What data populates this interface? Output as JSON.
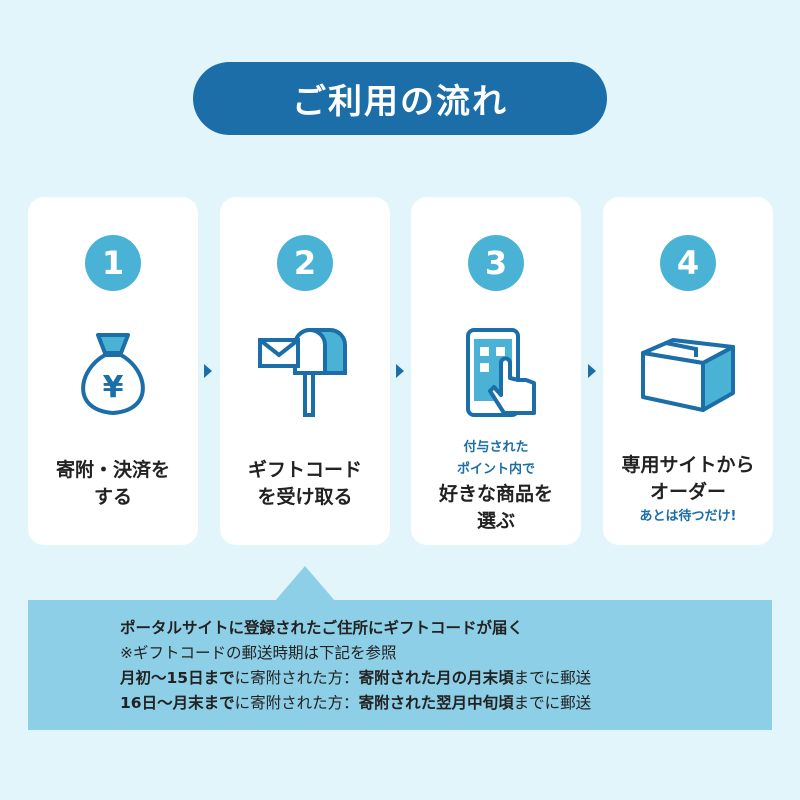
{
  "title": "ご利用の流れ",
  "steps": [
    {
      "num": "1",
      "lines": [
        "寄附・決済を",
        "する"
      ]
    },
    {
      "num": "2",
      "lines": [
        "ギフトコード",
        "を受け取る"
      ]
    },
    {
      "num": "3",
      "sub": [
        "付与された",
        "ポイント内で"
      ],
      "lines": [
        "好きな商品を",
        "選ぶ"
      ]
    },
    {
      "num": "4",
      "lines": [
        "専用サイトから",
        "オーダー"
      ],
      "sub": [
        "あとは待つだけ!"
      ]
    }
  ],
  "icon_labels": {
    "yen": "¥"
  },
  "info": {
    "line1": "ポータルサイトに登録されたご住所にギフトコードが届く",
    "line2": "※ギフトコードの郵送時期は下記を参照",
    "line3": {
      "a": "月初〜15日まで",
      "b": "に寄附された方：",
      "c": "寄附された月の月末頃",
      "d": "までに郵送"
    },
    "line4": {
      "a": "16日〜月末まで",
      "b": "に寄附された方：",
      "c": "寄附された翌月中旬頃",
      "d": "までに郵送"
    }
  },
  "colors": {
    "primary": "#1b6ea8",
    "accent": "#4ab3d5",
    "box": "#8dcfe6",
    "bg": "#e2f5fb"
  }
}
